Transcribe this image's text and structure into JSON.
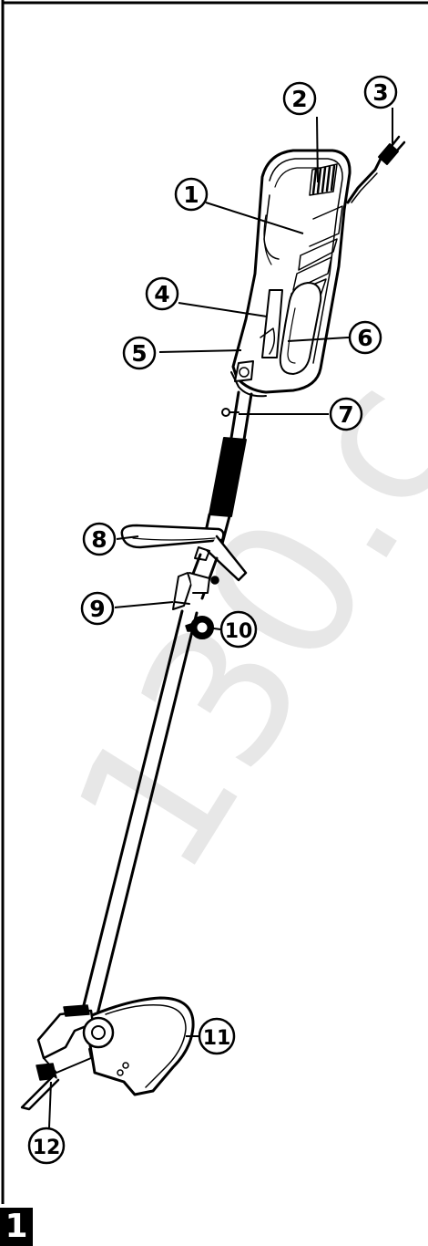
{
  "figure": {
    "number": "1"
  },
  "watermark": {
    "text": "130.c"
  },
  "callouts": [
    "1",
    "2",
    "3",
    "4",
    "5",
    "6",
    "7",
    "8",
    "9",
    "10",
    "11",
    "12"
  ]
}
